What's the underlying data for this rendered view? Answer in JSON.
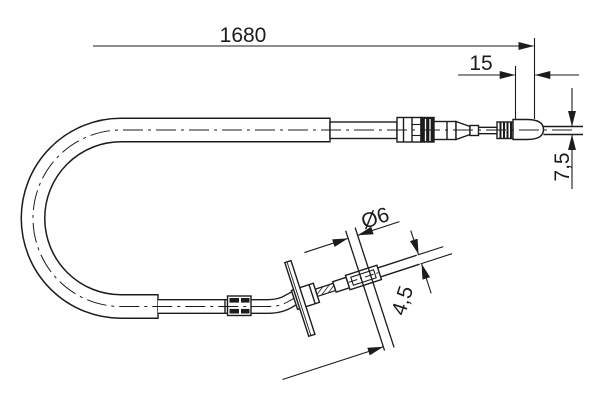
{
  "drawing": {
    "kind": "technical-drawing-cable",
    "line_color": "#1c1c1c",
    "background_color": "#ffffff"
  },
  "dimensions": {
    "overall_length": "1680",
    "cap_length": "15",
    "eyelet_diameter": "7,5",
    "pin_diameter": "Ø6",
    "rod_diameter": "4,5"
  }
}
